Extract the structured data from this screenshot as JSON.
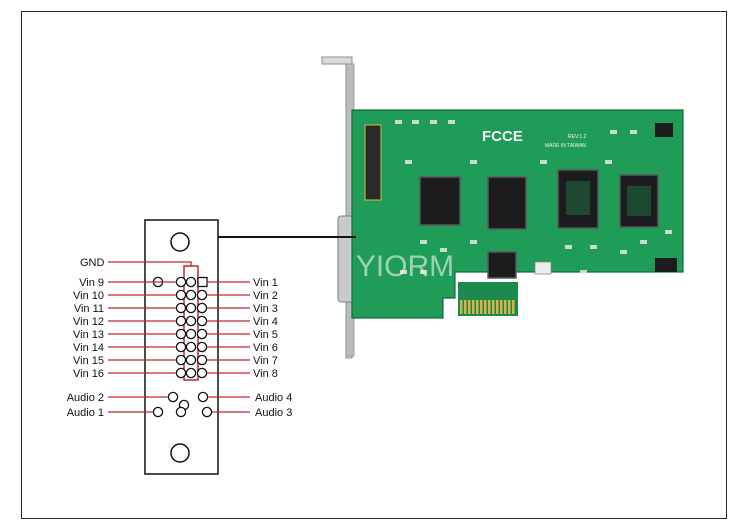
{
  "watermark": "YIORM",
  "connector": {
    "gnd_label": "GND",
    "left_labels": [
      "Vin 9",
      "Vin 10",
      "Vin 11",
      "Vin 12",
      "Vin 13",
      "Vin 14",
      "Vin 15",
      "Vin 16"
    ],
    "right_labels": [
      "Vin 1",
      "Vin 2",
      "Vin 3",
      "Vin 4",
      "Vin 5",
      "Vin 6",
      "Vin 7",
      "Vin 8"
    ],
    "audio_left": [
      "Audio 2",
      "Audio 1"
    ],
    "audio_right": [
      "Audio 4",
      "Audio 3"
    ]
  },
  "board": {
    "marking_fcce": "FCCE",
    "revision": "REV:1.2",
    "made_in": "MADE IN TAIWAN"
  },
  "colors": {
    "wire": "#c0282d",
    "pcb": "#1f9c58",
    "cable": "#111111"
  }
}
